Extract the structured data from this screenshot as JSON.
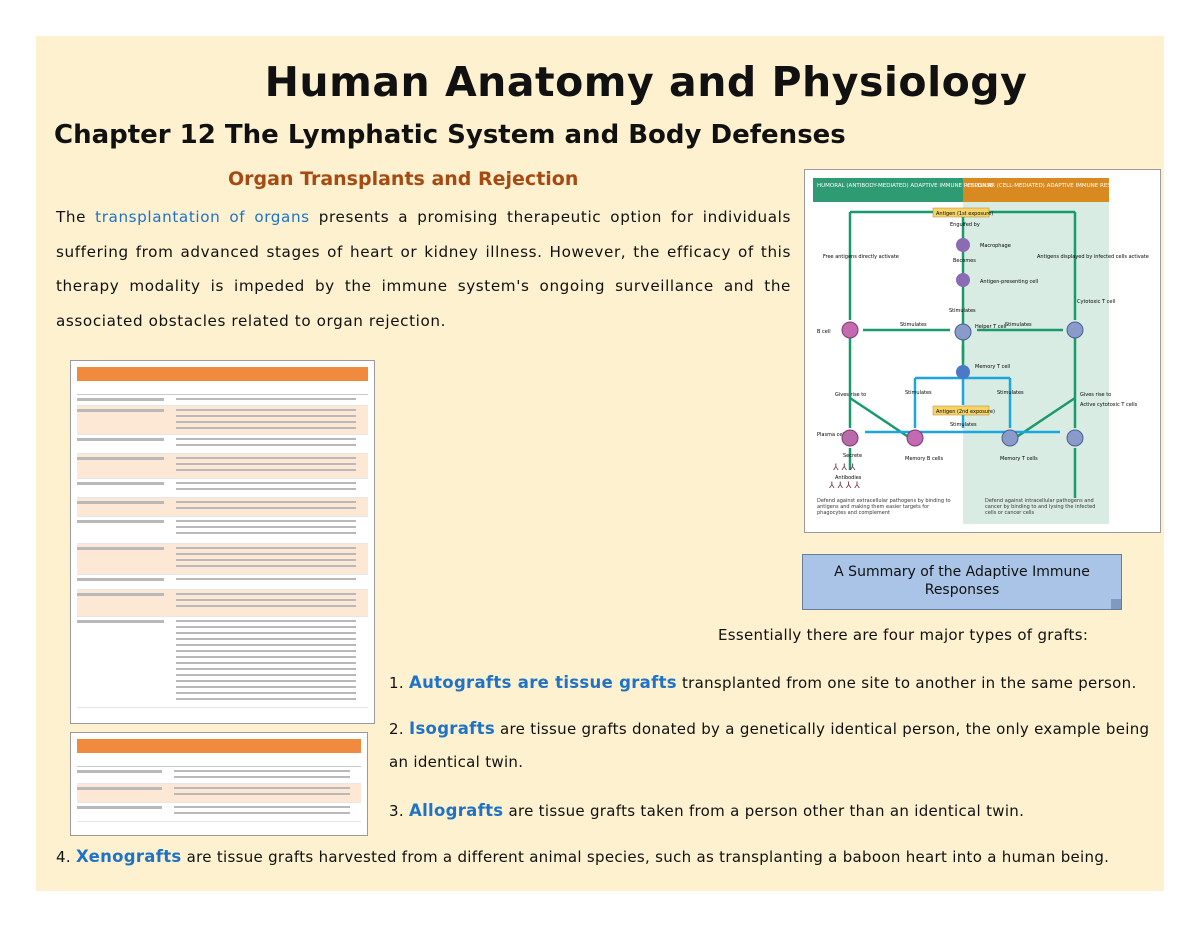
{
  "header": {
    "title": "Human Anatomy and Physiology",
    "chapter": "Chapter 12 The Lymphatic System and Body Defenses",
    "section": "Organ Transplants and Rejection"
  },
  "intro": {
    "before": "The ",
    "link": "transplantation of organs",
    "after": " presents a promising therapeutic option for individuals suffering from advanced stages of heart or kidney illness. However, the efficacy of this therapy modality is impeded by the immune system's ongoing surveillance and the associated obstacles related to organ rejection."
  },
  "figure": {
    "left_header": "HUMORAL (ANTIBODY-MEDIATED) ADAPTIVE IMMUNE RESPONSE",
    "right_header": "CELLULAR (CELL-MEDIATED) ADAPTIVE IMMUNE RESPONSE",
    "antigen_top": "Antigen (1st exposure)",
    "antigen_mid": "Antigen (2nd exposure)",
    "engulfed": "Engulfed by",
    "macrophage": "Macrophage",
    "becomes": "Becomes",
    "apc": "Antigen-presenting cell",
    "stimulates": "Stimulates",
    "free_antigens": "Free antigens directly activate",
    "displayed": "Antigens displayed by infected cells activate",
    "cytotoxic": "Cytotoxic T cell",
    "bcell": "B cell",
    "helper": "Helper T cell",
    "memory_t": "Memory T cell",
    "gives_rise": "Gives rise to",
    "active_ct": "Active cytotoxic T cells",
    "plasma": "Plasma cells",
    "secrete": "Secrete",
    "antibodies": "Antibodies",
    "memory_b": "Memory B cells",
    "memory_tcells": "Memory T cells",
    "defend_left": "Defend against extracellular pathogens by binding to antigens and making them easier targets for phagocytes and complement",
    "defend_right": "Defend against intracellular pathogens and cancer by binding to and lysing the infected cells or cancer cells"
  },
  "callout": "A Summary of the Adaptive Immune Responses",
  "grafts": {
    "intro": "Essentially there are four major types of grafts:",
    "items": [
      {
        "num": "1.",
        "term": "Autografts are tissue grafts",
        "rest": " transplanted from one site to another in the same person."
      },
      {
        "num": "2.",
        "term": "Isografts",
        "rest": " are tissue grafts donated by a genetically identical person, the only example being",
        "rest2": "an identical twin."
      },
      {
        "num": "3.",
        "term": "Allografts",
        "rest": " are tissue grafts taken from a person other than an identical twin."
      },
      {
        "num": "4.",
        "term": "Xenografts",
        "rest": " are tissue grafts harvested from a different animal species, such as transplanting a baboon heart into a human being."
      }
    ]
  },
  "colors": {
    "page_bg": "#fdf1cf",
    "link_blue": "#1f73c7",
    "section_brown": "#a64a12",
    "callout_blue": "#a9c4e6",
    "table_orange": "#f08a3e",
    "figure_green": "#1a9a6c",
    "figure_blue": "#1aa6de"
  }
}
